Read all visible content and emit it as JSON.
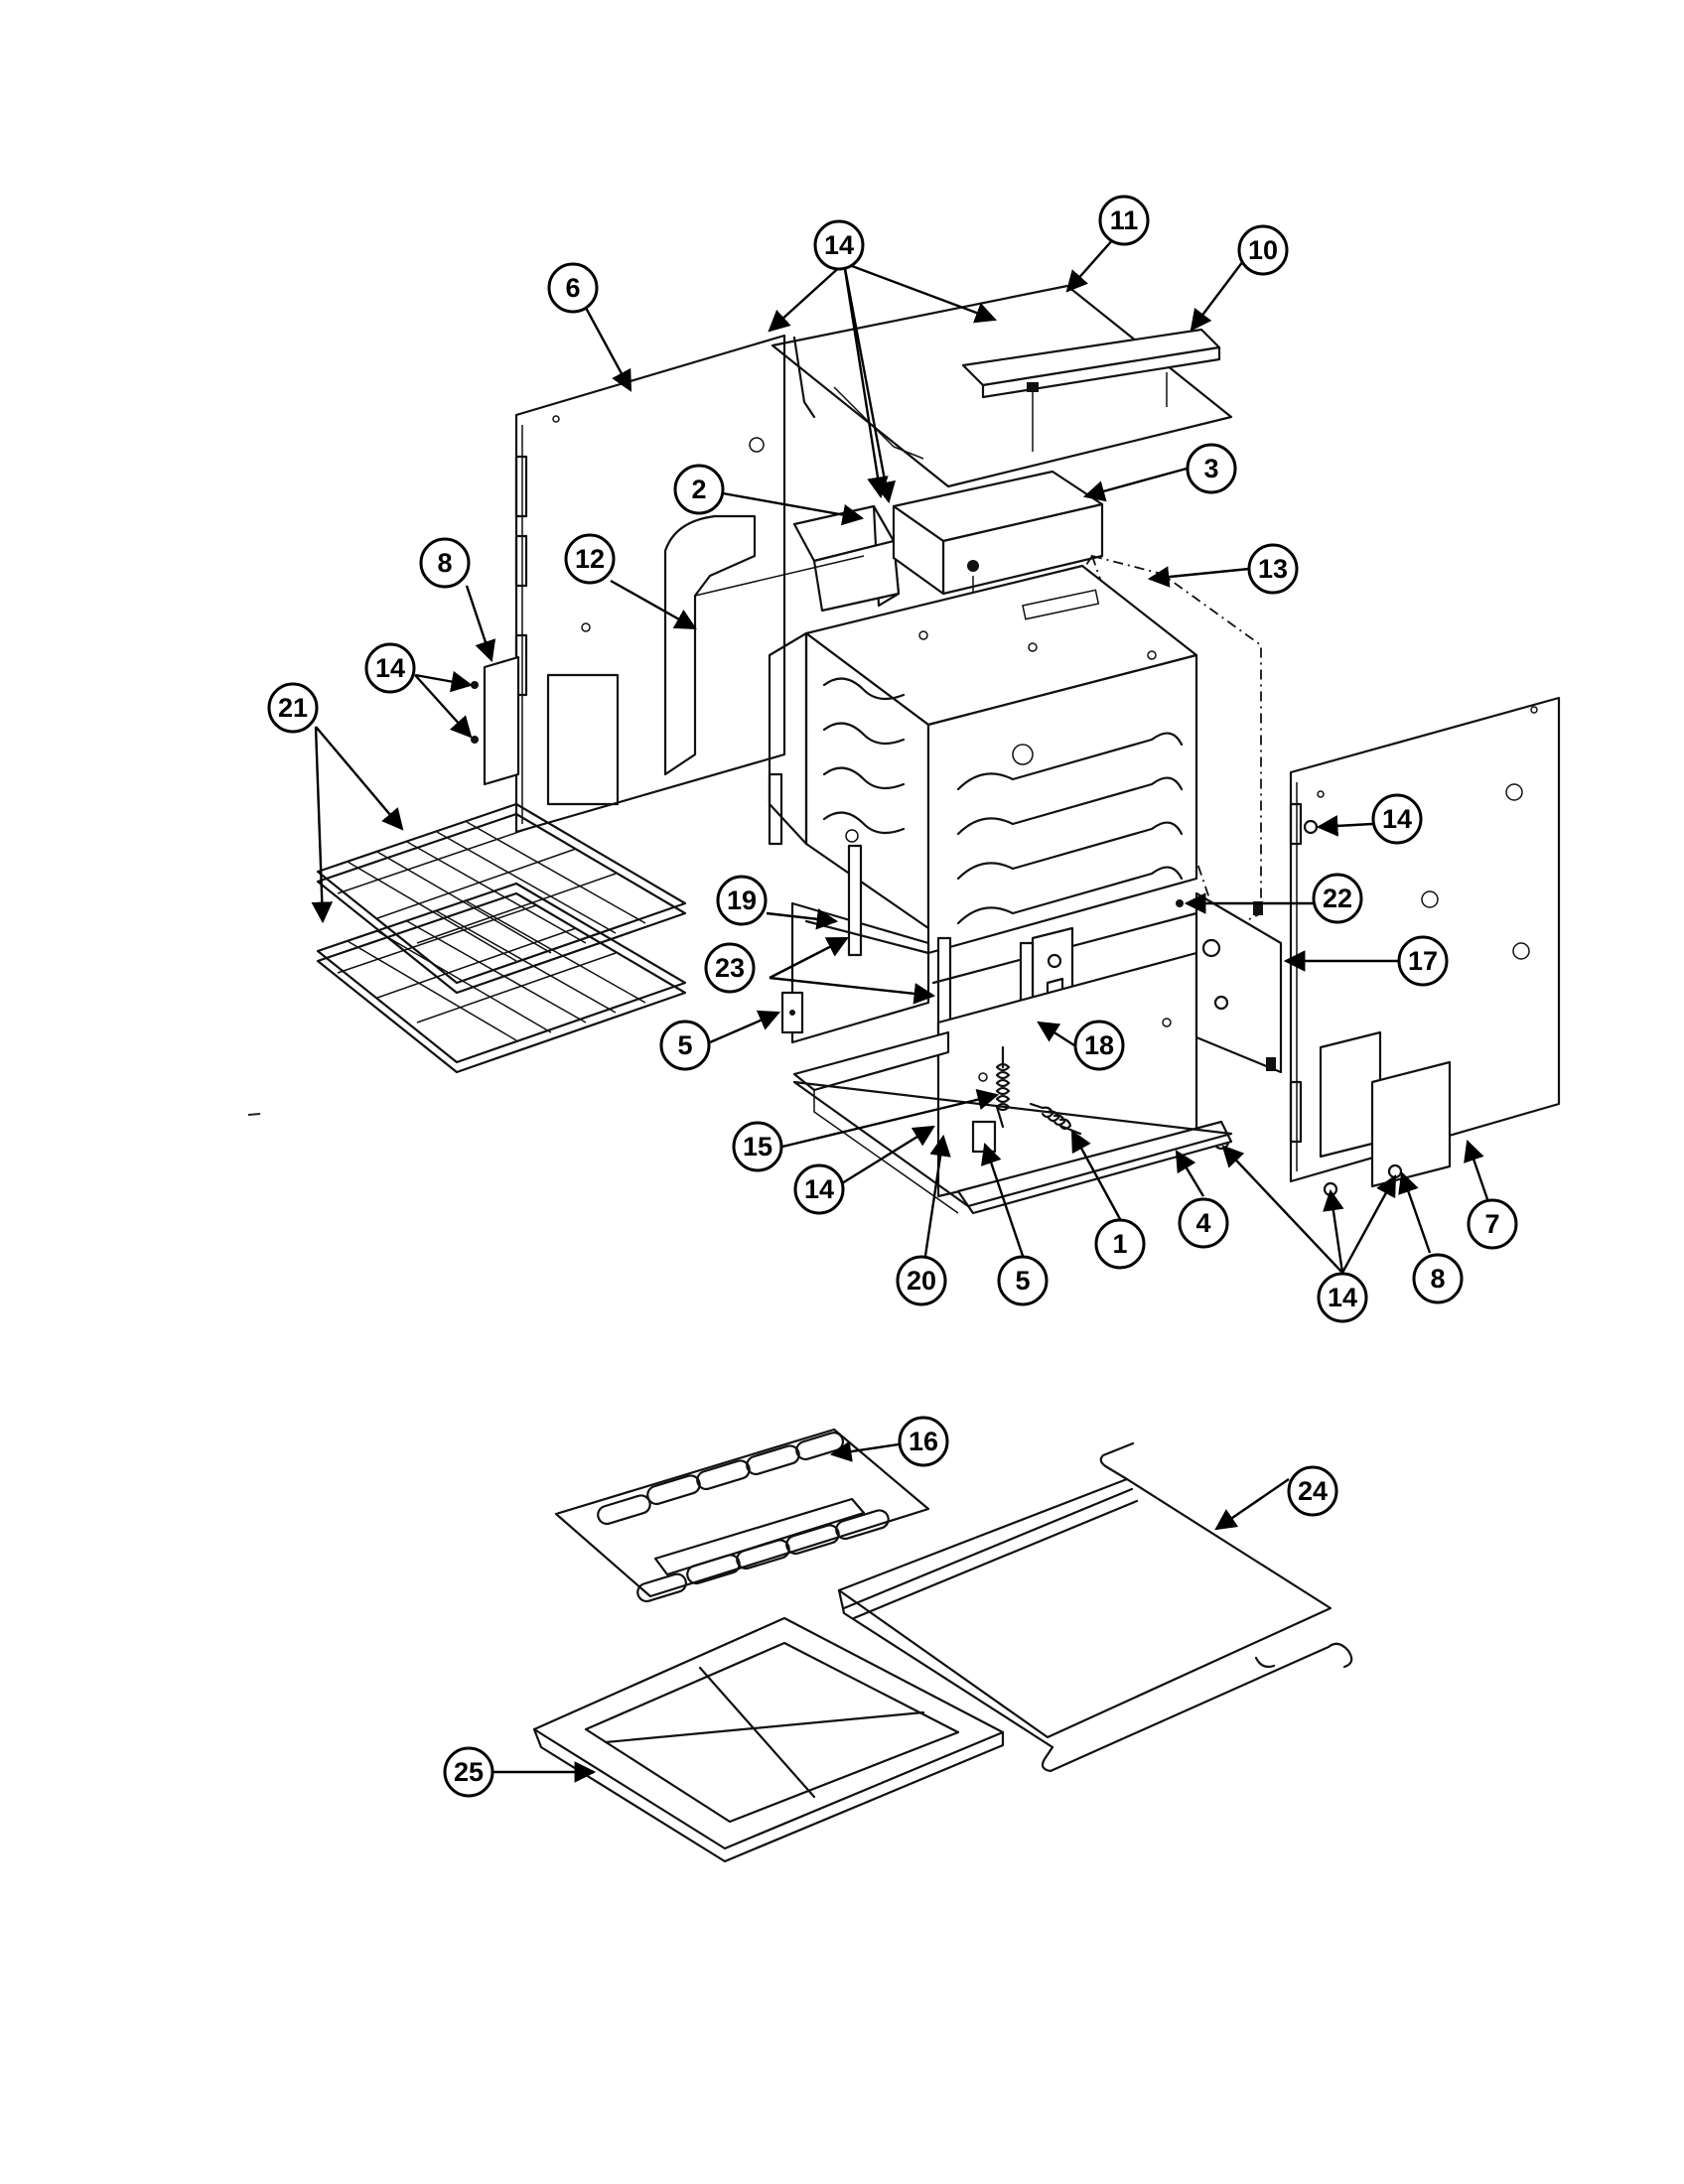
{
  "callouts": [
    {
      "id": "c1",
      "label": "1"
    },
    {
      "id": "c2",
      "label": "2"
    },
    {
      "id": "c3",
      "label": "3"
    },
    {
      "id": "c4",
      "label": "4"
    },
    {
      "id": "c5a",
      "label": "5"
    },
    {
      "id": "c5b",
      "label": "5"
    },
    {
      "id": "c6",
      "label": "6"
    },
    {
      "id": "c7",
      "label": "7"
    },
    {
      "id": "c8a",
      "label": "8"
    },
    {
      "id": "c8b",
      "label": "8"
    },
    {
      "id": "c10",
      "label": "10"
    },
    {
      "id": "c11",
      "label": "11"
    },
    {
      "id": "c12",
      "label": "12"
    },
    {
      "id": "c13",
      "label": "13"
    },
    {
      "id": "c14a",
      "label": "14"
    },
    {
      "id": "c14b",
      "label": "14"
    },
    {
      "id": "c14c",
      "label": "14"
    },
    {
      "id": "c14d",
      "label": "14"
    },
    {
      "id": "c14e",
      "label": "14"
    },
    {
      "id": "c15",
      "label": "15"
    },
    {
      "id": "c16",
      "label": "16"
    },
    {
      "id": "c17",
      "label": "17"
    },
    {
      "id": "c18",
      "label": "18"
    },
    {
      "id": "c19",
      "label": "19"
    },
    {
      "id": "c20",
      "label": "20"
    },
    {
      "id": "c21",
      "label": "21"
    },
    {
      "id": "c22",
      "label": "22"
    },
    {
      "id": "c23",
      "label": "23"
    },
    {
      "id": "c24",
      "label": "24"
    },
    {
      "id": "c25",
      "label": "25"
    }
  ]
}
